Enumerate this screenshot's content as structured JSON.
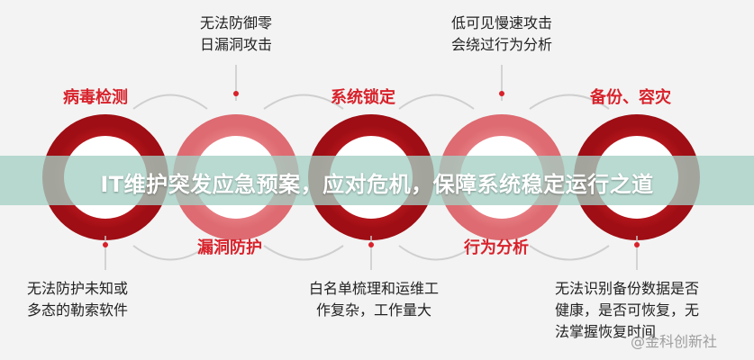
{
  "banner": {
    "title": "IT维护突发应急预案，应对危机，保障系统稳定运行之道"
  },
  "top_labels": [
    {
      "lines": [
        "无法防御零",
        "日漏洞攻击"
      ]
    },
    {
      "lines": [
        "低可见慢速攻击",
        "会绕过行为分析"
      ]
    }
  ],
  "bottom_labels": [
    {
      "lines": [
        "无法防护未知或",
        "多态的勒索软件"
      ]
    },
    {
      "lines": [
        "白名单梳理和运维工",
        "作复杂，工作量大"
      ]
    },
    {
      "lines": [
        "无法识别备份数据是否",
        "健康，是否可恢复，无",
        "法掌握恢复时间"
      ]
    }
  ],
  "stages": [
    {
      "title": "病毒检测"
    },
    {
      "title": "漏洞防护"
    },
    {
      "title": "系统锁定"
    },
    {
      "title": "行为分析"
    },
    {
      "title": "备份、容灾"
    }
  ],
  "watermark": "@金科创新社",
  "colors": {
    "accent": "#d8212a",
    "ring_dark": "#c0161d",
    "ring_light": "#e98086",
    "connector": "#c8c8c8",
    "banner_bg": "#a4d0c4"
  }
}
